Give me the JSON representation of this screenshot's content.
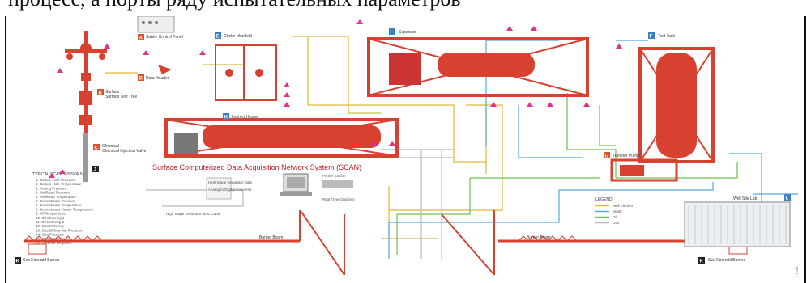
{
  "banner_text": "процесс, а порты ряду испытательных параметров",
  "title": "Surface Computerized Data Acquisition Network System (SCAN)",
  "colors": {
    "equipment": "#d8402f",
    "well_effluent": "#e0b43a",
    "water": "#56a8d8",
    "oil": "#6fbf50",
    "gas": "#b9b9b9",
    "pink": "#e0338a",
    "letter_box": "#d7542c",
    "blue_box": "#3f7fc2"
  },
  "components": [
    {
      "key": "A",
      "label": "Safety Control Panel"
    },
    {
      "key": "B",
      "label": "Surface Test Tree"
    },
    {
      "key": "C",
      "label": "Chemical Injection Valve"
    },
    {
      "key": "D",
      "label": "Data Header"
    },
    {
      "key": "E",
      "label": "Choke Manifold"
    },
    {
      "key": "F",
      "label": "Test Tank"
    },
    {
      "key": "G",
      "label": "Transfer Pump"
    },
    {
      "key": "H",
      "label": "Indirect Heater"
    },
    {
      "key": "I",
      "label": "Separator"
    },
    {
      "key": "J",
      "label": ""
    },
    {
      "key": "K",
      "label": "Sea Emerald Burner"
    },
    {
      "key": "K2",
      "label": "Sea Emerald Burner"
    },
    {
      "key": "L",
      "label": "Well Site Lab"
    }
  ],
  "sensors": {
    "heading": "TYPICAL SCAN SENSORS",
    "items": [
      "1. Bottom Hole Pressure",
      "2. Bottom Hole Temperature",
      "3. Casing Pressure",
      "4. Wellhead Pressure",
      "5. Wellhead Temperature",
      "6. Downstream Pressure",
      "7. Downstream Temperature",
      "8. Downstream Heater Temperature",
      "9. Oil Temperature",
      "10. Oil Metering 1",
      "11. Oil Metering 2",
      "12. Gas Metering",
      "13. Gas Differential Pressure",
      "14. Gas Pressure",
      "15. Gas Temperature",
      "16. Others if Required"
    ]
  },
  "legend": {
    "heading": "LEGEND",
    "items": [
      {
        "label": "Well Effluent",
        "color": "#e0b43a"
      },
      {
        "label": "Water",
        "color": "#56a8d8"
      },
      {
        "label": "Oil",
        "color": "#6fbf50"
      },
      {
        "label": "Gas",
        "color": "#b9b9b9"
      }
    ]
  },
  "scan_labels": {
    "hsd": "High Stage Separator Data",
    "analog": "Analog to Digital Converter",
    "printer": "Printer Station",
    "realtime": "Real Time Graphics",
    "cable": "High Stage Separator Mult. Cable"
  },
  "burner_boom_left": "Burner Boom",
  "burner_boom_right": "Burner Boom",
  "doc_id": "TL02"
}
